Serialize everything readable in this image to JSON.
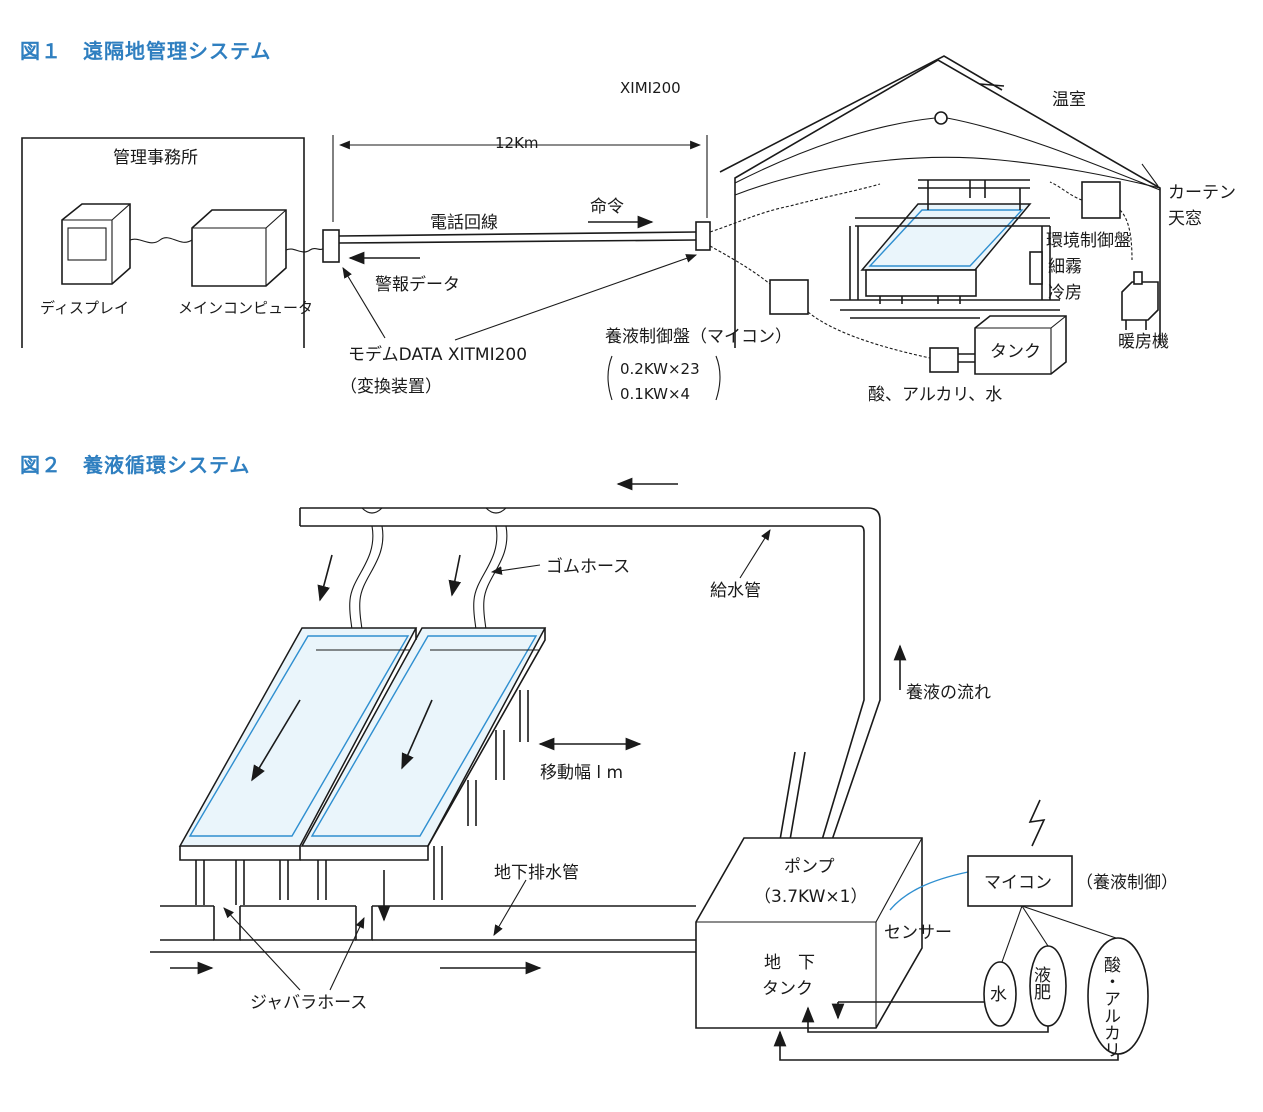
{
  "fig1": {
    "title": "図１　遠隔地管理システム",
    "top_label": "XIMI200",
    "distance_label": "12Km",
    "office_label": "管理事務所",
    "display_label": "ディスプレイ",
    "computer_label": "メインコンピュータ",
    "phone_line_label": "電話回線",
    "command_label": "命令",
    "alarm_label": "警報データ",
    "modem_label": "モデムDATA XITMI200",
    "converter_label": "（変換装置）",
    "nutrient_panel_label": "養液制御盤（マイコン）",
    "spec_1": "0.2KW×23",
    "spec_2": "0.1KW×4",
    "greenhouse_label": "温室",
    "curtain_label": "カーテン",
    "skylight_label": "天窓",
    "env_panel_label": "環境制御盤",
    "mist_label_1": "細霧",
    "mist_label_2": "冷房",
    "tank_label": "タンク",
    "heater_label": "暖房機",
    "chem_label": "酸、アルカリ、水"
  },
  "fig2": {
    "title": "図２　養液循環システム",
    "rubber_hose_label": "ゴムホース",
    "supply_pipe_label": "給水管",
    "flow_label": "養液の流れ",
    "move_width_label": "移動幅 l m",
    "drain_pipe_label": "地下排水管",
    "pump_label": "ポンプ",
    "pump_spec": "（3.7KW×1）",
    "micon_label": "マイコン",
    "micon_note": "（養液制御）",
    "sensor_label": "センサー",
    "tank_line1": "地　下",
    "tank_line2": "タンク",
    "bellows_label": "ジャバラホース",
    "water_label": "水",
    "fertilizer_label": "液肥",
    "acid_alkali_label": "酸・アルカリ"
  },
  "colors": {
    "title_blue": "#2f7fc0",
    "accent_blue": "#2f8fd0",
    "line": "#1a1a1a"
  }
}
